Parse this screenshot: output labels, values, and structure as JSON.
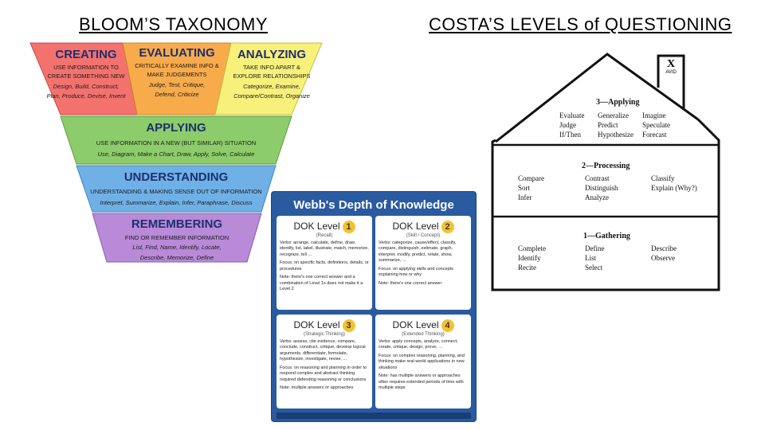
{
  "bloom": {
    "title": "BLOOM’S TAXONOMY",
    "creating": {
      "head": "CREATING",
      "line1": "USE INFORMATION TO",
      "line2": "CREATE SOMETHING NEW",
      "verbs1": "Design, Build, Construct,",
      "verbs2": "Plan, Produce, Devise, Invent",
      "color": "#f4726e"
    },
    "evaluating": {
      "head": "EVALUATING",
      "line1": "CRITICALLY EXAMINE INFO &",
      "line2": "MAKE JUDGEMENTS",
      "verbs1": "Judge, Test, Critique,",
      "verbs2": "Defend, Criticize",
      "color": "#f7ab4b"
    },
    "analyzing": {
      "head": "ANALYZING",
      "line1": "TAKE INFO APART &",
      "line2": "EXPLORE RELATIONSHIPS",
      "verbs1": "Categorize, Examine,",
      "verbs2": "Compare/Contrast, Organize",
      "color": "#f7f07a"
    },
    "applying": {
      "head": "APPLYING",
      "line1": "USE INFORMATION IN A NEW (BUT SIMILAR) SITUATION",
      "verbs1": "Use, Diagram, Make a Chart, Draw, Apply, Solve, Calculate",
      "color": "#8ccc6a"
    },
    "understanding": {
      "head": "UNDERSTANDING",
      "line1": "UNDERSTANDING & MAKING SENSE OUT OF INFORMATION",
      "verbs1": "Interpret, Summarize, Explain, Infer, Paraphrase, Discuss",
      "color": "#6fb1e6"
    },
    "remembering": {
      "head": "REMEMBERING",
      "line1": "FIND OR REMEMBER INFORMATION",
      "verbs1": "List, Find, Name, Identify, Locate,",
      "verbs2": "Describe, Memorize, Define",
      "color": "#b98ad8"
    }
  },
  "webb": {
    "title": "Webb's Depth of Knowledge",
    "dok_word": "DOK Level",
    "levels": [
      {
        "num": "1",
        "sub": "(Recall)",
        "verbs": "Verbs: arrange, calculate, define, draw, identify, list, label, illustrate, match, memorize, recognize, tell ...",
        "focus": "Focus: on specific facts, definitions, details, or procedures",
        "note": "Note: there's one correct answer and a combination of Level 1s does not make it a Level 2"
      },
      {
        "num": "2",
        "sub": "(Skill / Concept)",
        "verbs": "Verbs: categorize, cause/effect, classify, compare, distinguish, estimate, graph, interpret, modify, predict, relate, show, summarize, ...",
        "focus": "Focus: on applying skills and concepts explaining how or why",
        "note": "Note: there's one correct answer"
      },
      {
        "num": "3",
        "sub": "(Strategic Thinking)",
        "verbs": "Verbs: assess, cite evidence, compare, conclude, construct, critique, develop logical arguments, differentiate, formulate, hypothesize, investigate, revise, ...",
        "focus": "Focus: on reasoning and planning in order to respond complex and abstract thinking required defending reasoning or conclusions",
        "note": "Note: multiple answers or approaches"
      },
      {
        "num": "4",
        "sub": "(Extended Thinking)",
        "verbs": "Verbs: apply concepts, analyze, connect, create, critique, design, prove, ...",
        "focus": "Focus: on complex reasoning, planning, and thinking make real-world applications in new situations",
        "note": "Note: has multiple answers or approaches often requires extended periods of time with multiple steps"
      }
    ]
  },
  "costa": {
    "title": "COSTA’S LEVELS of QUESTIONING",
    "logo": "AVID",
    "level3": {
      "title": "3—Applying",
      "words": [
        "Evaluate",
        "Generalize",
        "Imagine",
        "Judge",
        "Predict",
        "Speculate",
        "If/Then",
        "Hypothesize",
        "Forecast"
      ]
    },
    "level2": {
      "title": "2—Processing",
      "words": [
        "Compare",
        "Contrast",
        "Classify",
        "Sort",
        "Distinguish",
        "Explain (Why?)",
        "Infer",
        "Analyze",
        ""
      ]
    },
    "level1": {
      "title": "1—Gathering",
      "words": [
        "Complete",
        "Define",
        "Describe",
        "Identify",
        "List",
        "Observe",
        "Recite",
        "Select",
        ""
      ]
    }
  }
}
